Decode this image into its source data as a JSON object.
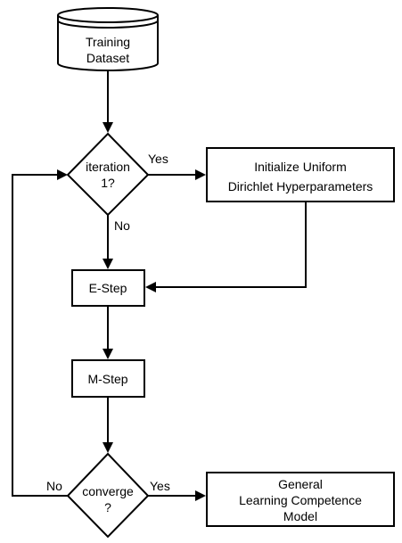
{
  "diagram": {
    "nodes": {
      "dataset": {
        "lines": [
          "Training",
          "Dataset"
        ]
      },
      "iteration_check": {
        "lines": [
          "iteration",
          "1?"
        ]
      },
      "init_hyperparameters": {
        "lines": [
          "Initialize Uniform",
          "Dirichlet Hyperparameters"
        ]
      },
      "e_step": {
        "lines": [
          "E-Step"
        ]
      },
      "m_step": {
        "lines": [
          "M-Step"
        ]
      },
      "converge_check": {
        "lines": [
          "converge",
          "?"
        ]
      },
      "output_model": {
        "lines": [
          "General",
          "Learning Competence",
          "Model"
        ]
      }
    },
    "edges": {
      "iteration_yes": "Yes",
      "iteration_no": "No",
      "converge_no": "No",
      "converge_yes": "Yes"
    }
  }
}
